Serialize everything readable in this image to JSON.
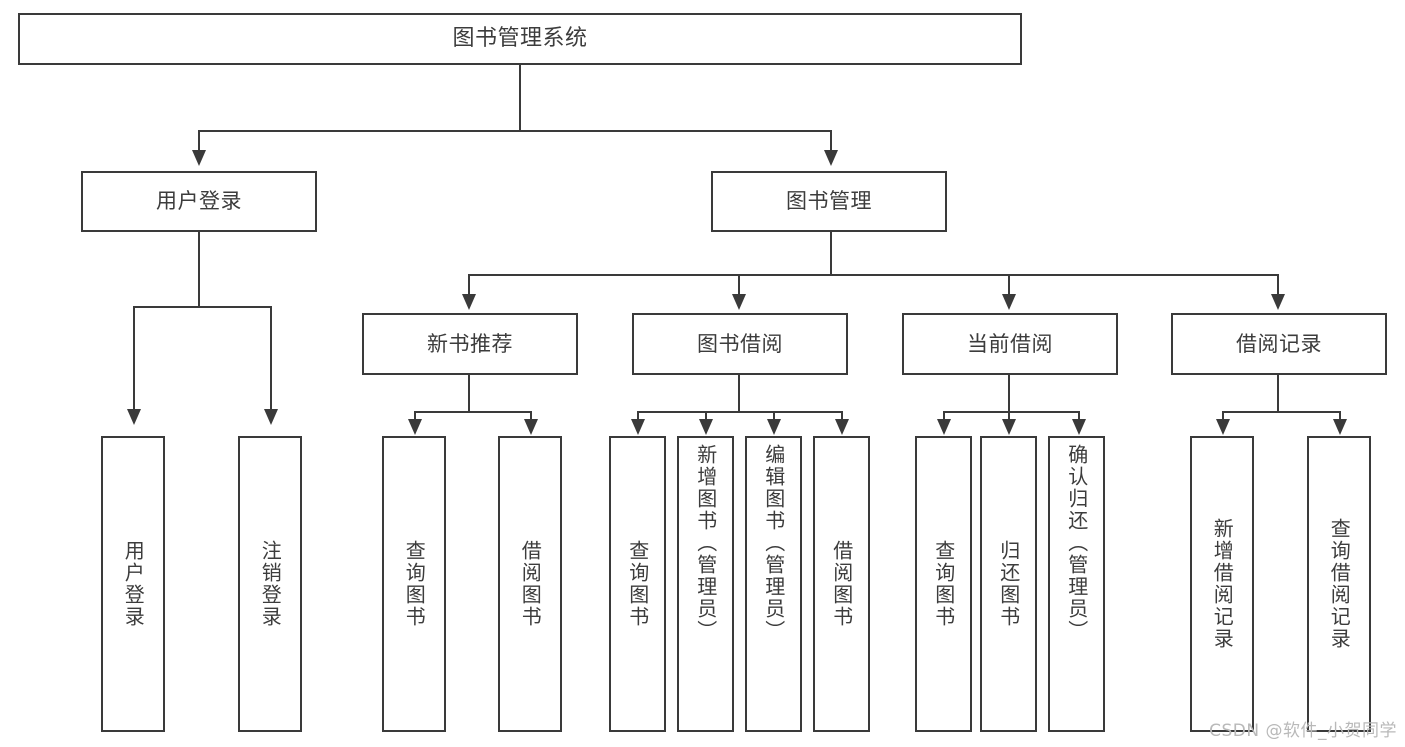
{
  "diagram": {
    "type": "tree",
    "title": "图书管理系统",
    "root": {
      "label": "图书管理系统"
    },
    "level2": [
      {
        "label": "用户登录"
      },
      {
        "label": "图书管理"
      }
    ],
    "level3": [
      {
        "label": "新书推荐"
      },
      {
        "label": "图书借阅"
      },
      {
        "label": "当前借阅"
      },
      {
        "label": "借阅记录"
      }
    ],
    "leaves": {
      "user_login": [
        {
          "label": "用户登录"
        },
        {
          "label": "注销登录"
        }
      ],
      "new_book_recommend": [
        {
          "label": "查询图书"
        },
        {
          "label": "借阅图书"
        }
      ],
      "book_borrow": [
        {
          "label": "查询图书"
        },
        {
          "label": "新增图书（管理员）"
        },
        {
          "label": "编辑图书（管理员）"
        },
        {
          "label": "借阅图书"
        }
      ],
      "current_borrow": [
        {
          "label": "查询图书"
        },
        {
          "label": "归还图书"
        },
        {
          "label": "确认归还（管理员）"
        }
      ],
      "borrow_record": [
        {
          "label": "新增借阅记录"
        },
        {
          "label": "查询借阅记录"
        }
      ]
    }
  },
  "watermark": {
    "text": "CSDN @软件_小贺同学"
  },
  "colors": {
    "border": "#3a3a3a",
    "text": "#3c3c3c",
    "background": "#ffffff",
    "watermark": "#b9b9b9"
  }
}
